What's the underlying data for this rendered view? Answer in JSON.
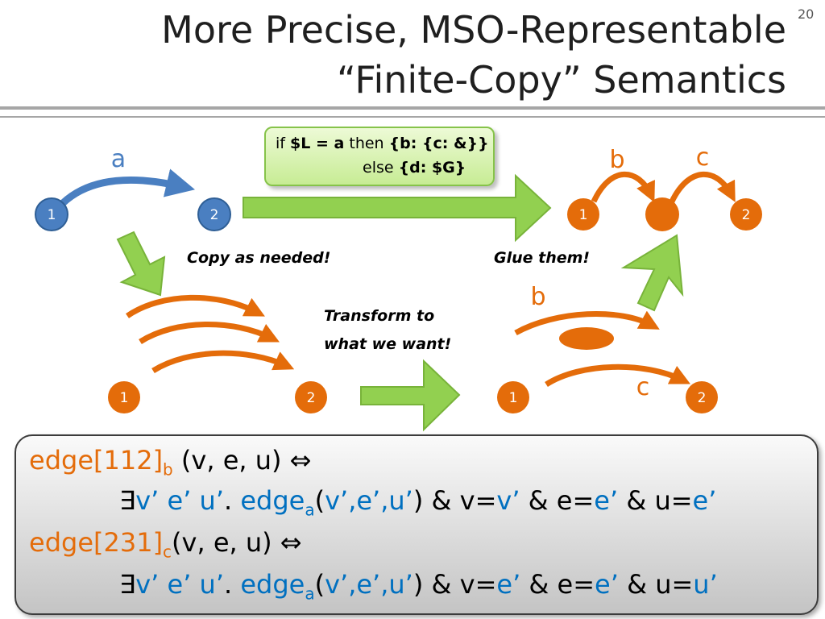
{
  "title": {
    "line1": "More Precise, MSO-Representable",
    "line2": "“Finite-Copy” Semantics"
  },
  "slide_number": "20",
  "query": {
    "kw_if": "if",
    "cond": "$L = a",
    "kw_then": "then",
    "then_expr": "{b: {c: &}}",
    "kw_else": "else",
    "else_expr": "{d: $G}"
  },
  "graph": {
    "input": {
      "edge_label": "a",
      "node1": "1",
      "node2": "2"
    },
    "copies": {
      "node1": "1",
      "node2": "2"
    },
    "transformed": {
      "label_b": "b",
      "label_c": "c",
      "node1": "1",
      "node2": "2"
    },
    "output": {
      "label_b": "b",
      "label_c": "c",
      "node1": "1",
      "node2": "2"
    }
  },
  "notes": {
    "copy": "Copy as needed!",
    "glue": "Glue them!",
    "transform_line1": "Transform to",
    "transform_line2": "what we want!"
  },
  "formulas": [
    {
      "name": "edge[112]",
      "sub": "b",
      "args": " (v, e, u) ⇔",
      "body": {
        "exists": "∃",
        "vars": "v’ e’ u’",
        "dot": ". ",
        "pred": "edge",
        "pred_sub": "a",
        "open": "(",
        "pred_args": "v’,e’,u’",
        "close": ")",
        "a1": " & v=",
        "v1": "v’",
        "a2": " & e=",
        "v2": "e’",
        "a3": " & u=",
        "v3": "e’"
      }
    },
    {
      "name": "edge[231]",
      "sub": "c",
      "args": "(v, e, u) ⇔",
      "body": {
        "exists": "∃",
        "vars": "v’ e’ u’",
        "dot": ". ",
        "pred": "edge",
        "pred_sub": "a",
        "open": "(",
        "pred_args": "v’,e’,u’",
        "close": ")",
        "a1": " & v=",
        "v1": "e’",
        "a2": " & e=",
        "v2": "e’",
        "a3": " & u=",
        "v3": "u’"
      }
    }
  ],
  "colors": {
    "input": "#4a7fc1",
    "orange": "#e46c0a",
    "green_arrow": "#92d050",
    "green_border": "#86c34a",
    "formula_orange": "#e46c0a",
    "formula_blue": "#0070c0"
  }
}
